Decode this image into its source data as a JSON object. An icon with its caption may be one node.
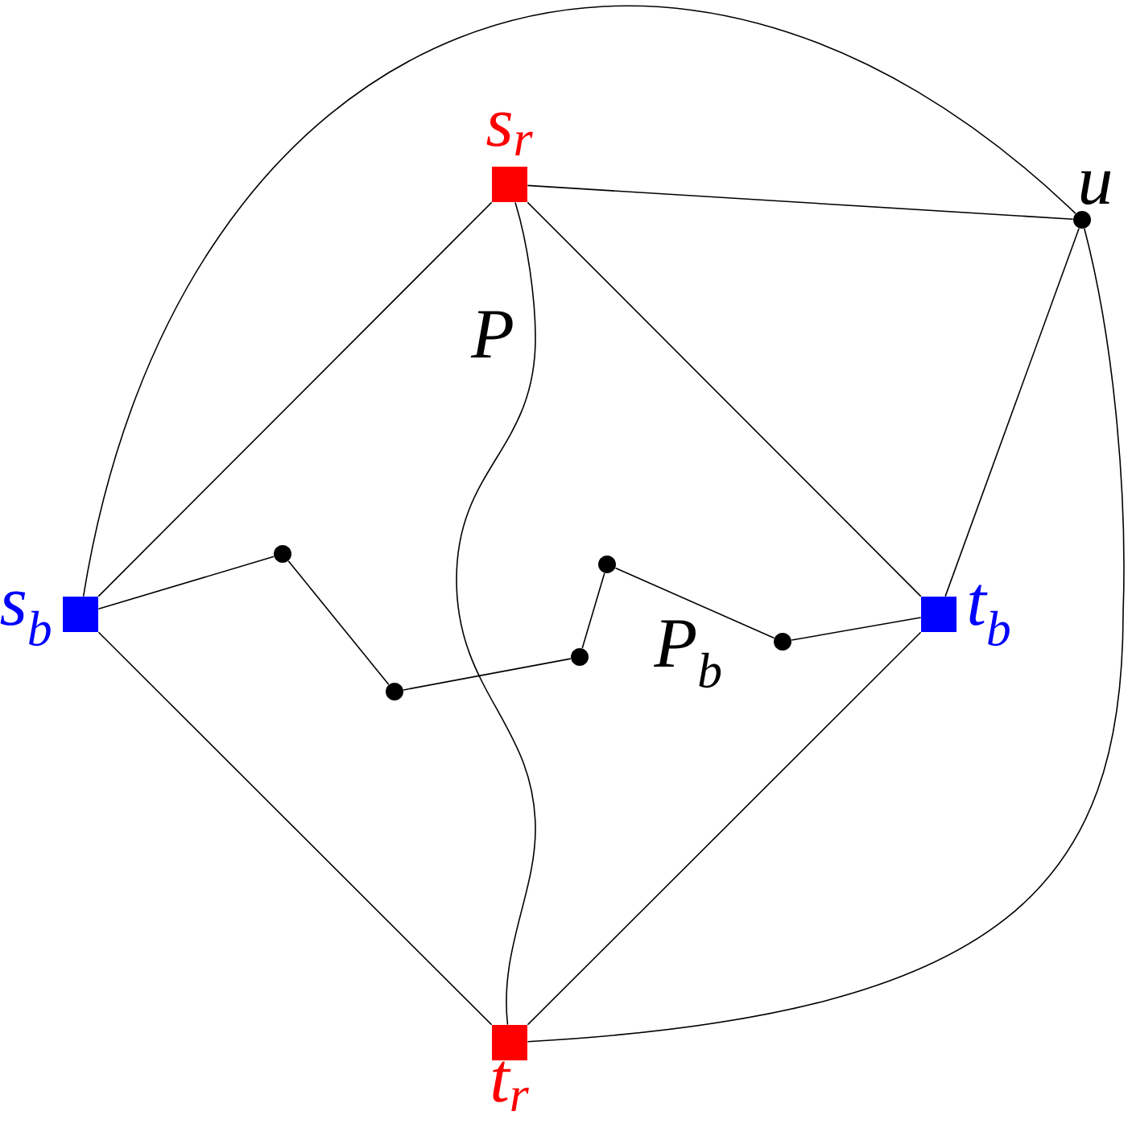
{
  "diagram": {
    "nodes": [
      {
        "text": [],
        "shape": "box",
        "beside": [
          "s$_{r}$"
        ]
      },
      {
        "text": [],
        "shape": "circle",
        "beside": [
          "u"
        ]
      },
      {
        "text": [],
        "shape": "box",
        "beside": [
          "s$_{b}$"
        ]
      },
      {
        "text": [],
        "shape": "circle"
      },
      {
        "text": [],
        "shape": "circle"
      },
      {
        "text": [],
        "shape": "circle"
      },
      {
        "text": [],
        "shape": "circle"
      },
      {
        "text": [],
        "shape": "circle"
      },
      {
        "text": [],
        "shape": "box",
        "beside": [
          "t$_{b}$"
        ]
      },
      {
        "text": [],
        "shape": "box",
        "beside": [
          "t$_{r}$"
        ]
      }
    ],
    "edges": [
      {
        "from": 0,
        "to": 1,
        "arrow": "none"
      },
      {
        "from": 0,
        "to": 2,
        "arrow": "none"
      },
      {
        "from": 0,
        "to": 8,
        "arrow": "none"
      },
      {
        "from": 0,
        "to": 9,
        "arrow": "none"
      },
      {
        "from": 2,
        "to": 1,
        "arrow": "none"
      },
      {
        "from": 1,
        "to": 8,
        "arrow": "none"
      },
      {
        "from": 1,
        "to": 9,
        "arrow": "none"
      },
      {
        "from": 2,
        "to": 3,
        "arrow": "none"
      },
      {
        "from": 3,
        "to": 4,
        "arrow": "none"
      },
      {
        "from": 4,
        "to": 5,
        "arrow": "none"
      },
      {
        "from": 5,
        "to": 6,
        "arrow": "none"
      },
      {
        "from": 6,
        "to": 7,
        "arrow": "none"
      },
      {
        "from": 7,
        "to": 8,
        "arrow": "none"
      },
      {
        "from": 2,
        "to": 9,
        "arrow": "none"
      },
      {
        "from": 8,
        "to": 9,
        "arrow": "none"
      }
    ],
    "labels": [
      "P",
      "P$_{b}$"
    ]
  }
}
